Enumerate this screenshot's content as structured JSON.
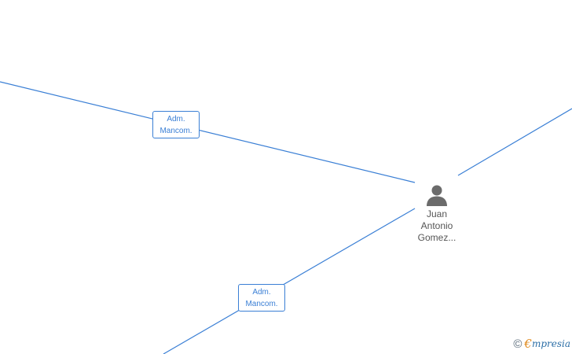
{
  "graph": {
    "edge_color": "#3a7fd5",
    "relations": [
      {
        "line1": "Adm.",
        "line2": "Mancom."
      },
      {
        "line1": "Adm.",
        "line2": "Mancom."
      }
    ],
    "person": {
      "icon": "person-icon",
      "name_lines": [
        "Juan",
        "Antonio",
        "Gomez..."
      ]
    }
  },
  "footer": {
    "copyright_symbol": "©",
    "brand_mark": "€",
    "brand_text": "mpresia",
    "brand_color": "#e08a1e"
  }
}
